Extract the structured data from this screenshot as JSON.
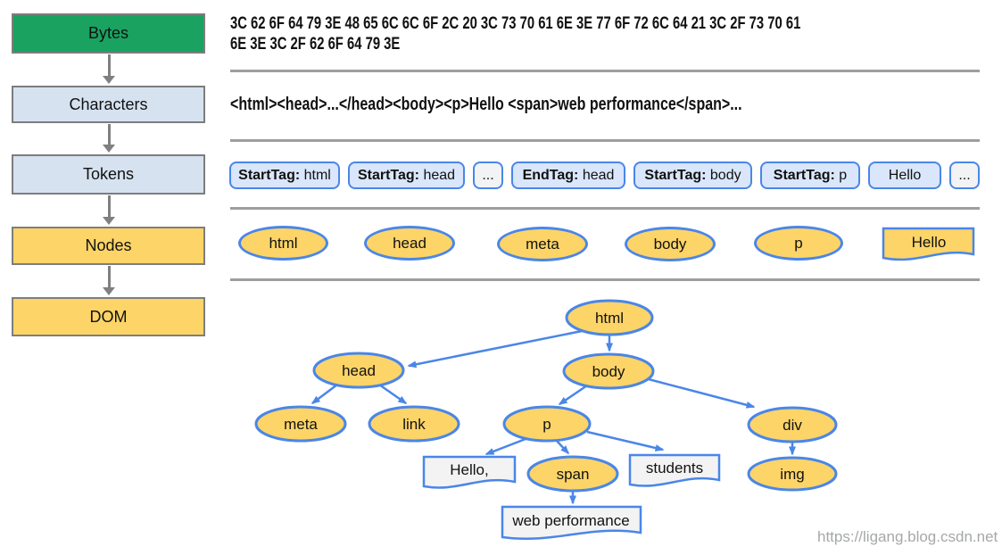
{
  "colors": {
    "bytes_green": "#1AA260",
    "light_blue_box": "#D6E2F0",
    "token_fill": "#D9E6FB",
    "token_ellipsis_fill": "#F1F3F4",
    "node_yellow": "#FCD467",
    "blue_border": "#4A86E8",
    "gray_border": "#7D7D7D",
    "divider_gray": "#9E9E9E",
    "text_node_fill": "#F3F3F3",
    "watermark_gray": "#A5A9A6"
  },
  "pipeline": {
    "steps": [
      {
        "label": "Bytes"
      },
      {
        "label": "Characters"
      },
      {
        "label": "Tokens"
      },
      {
        "label": "Nodes"
      },
      {
        "label": "DOM"
      }
    ]
  },
  "bytes_row": {
    "line1": "3C 62 6F 64 79 3E 48 65 6C 6C 6F 2C 20 3C 73 70 61 6E 3E 77 6F 72 6C 64 21 3C 2F 73 70 61",
    "line2": "6E 3E 3C 2F 62 6F 64 79 3E"
  },
  "characters_row": {
    "text": "<html><head>...</head><body><p>Hello <span>web performance</span>..."
  },
  "tokens_row": {
    "items": [
      {
        "bold": "StartTag:",
        "text": " html"
      },
      {
        "bold": "StartTag:",
        "text": " head"
      },
      {
        "bold": "",
        "text": "..."
      },
      {
        "bold": "EndTag:",
        "text": " head"
      },
      {
        "bold": "StartTag:",
        "text": " body"
      },
      {
        "bold": "StartTag:",
        "text": " p"
      },
      {
        "bold": "",
        "text": "Hello"
      },
      {
        "bold": "",
        "text": "..."
      }
    ]
  },
  "nodes_row": {
    "ellipses": [
      {
        "label": "html"
      },
      {
        "label": "head"
      },
      {
        "label": "meta"
      },
      {
        "label": "body"
      },
      {
        "label": "p"
      }
    ],
    "document": {
      "label": "Hello"
    }
  },
  "dom_tree": {
    "nodes": {
      "html": "html",
      "head": "head",
      "body": "body",
      "meta": "meta",
      "link": "link",
      "p": "p",
      "div": "div",
      "span": "span",
      "img": "img"
    },
    "text_nodes": {
      "hello": "Hello,",
      "students": "students",
      "web_performance": "web performance"
    }
  },
  "watermark": {
    "text": "https://ligang.blog.csdn.net"
  }
}
